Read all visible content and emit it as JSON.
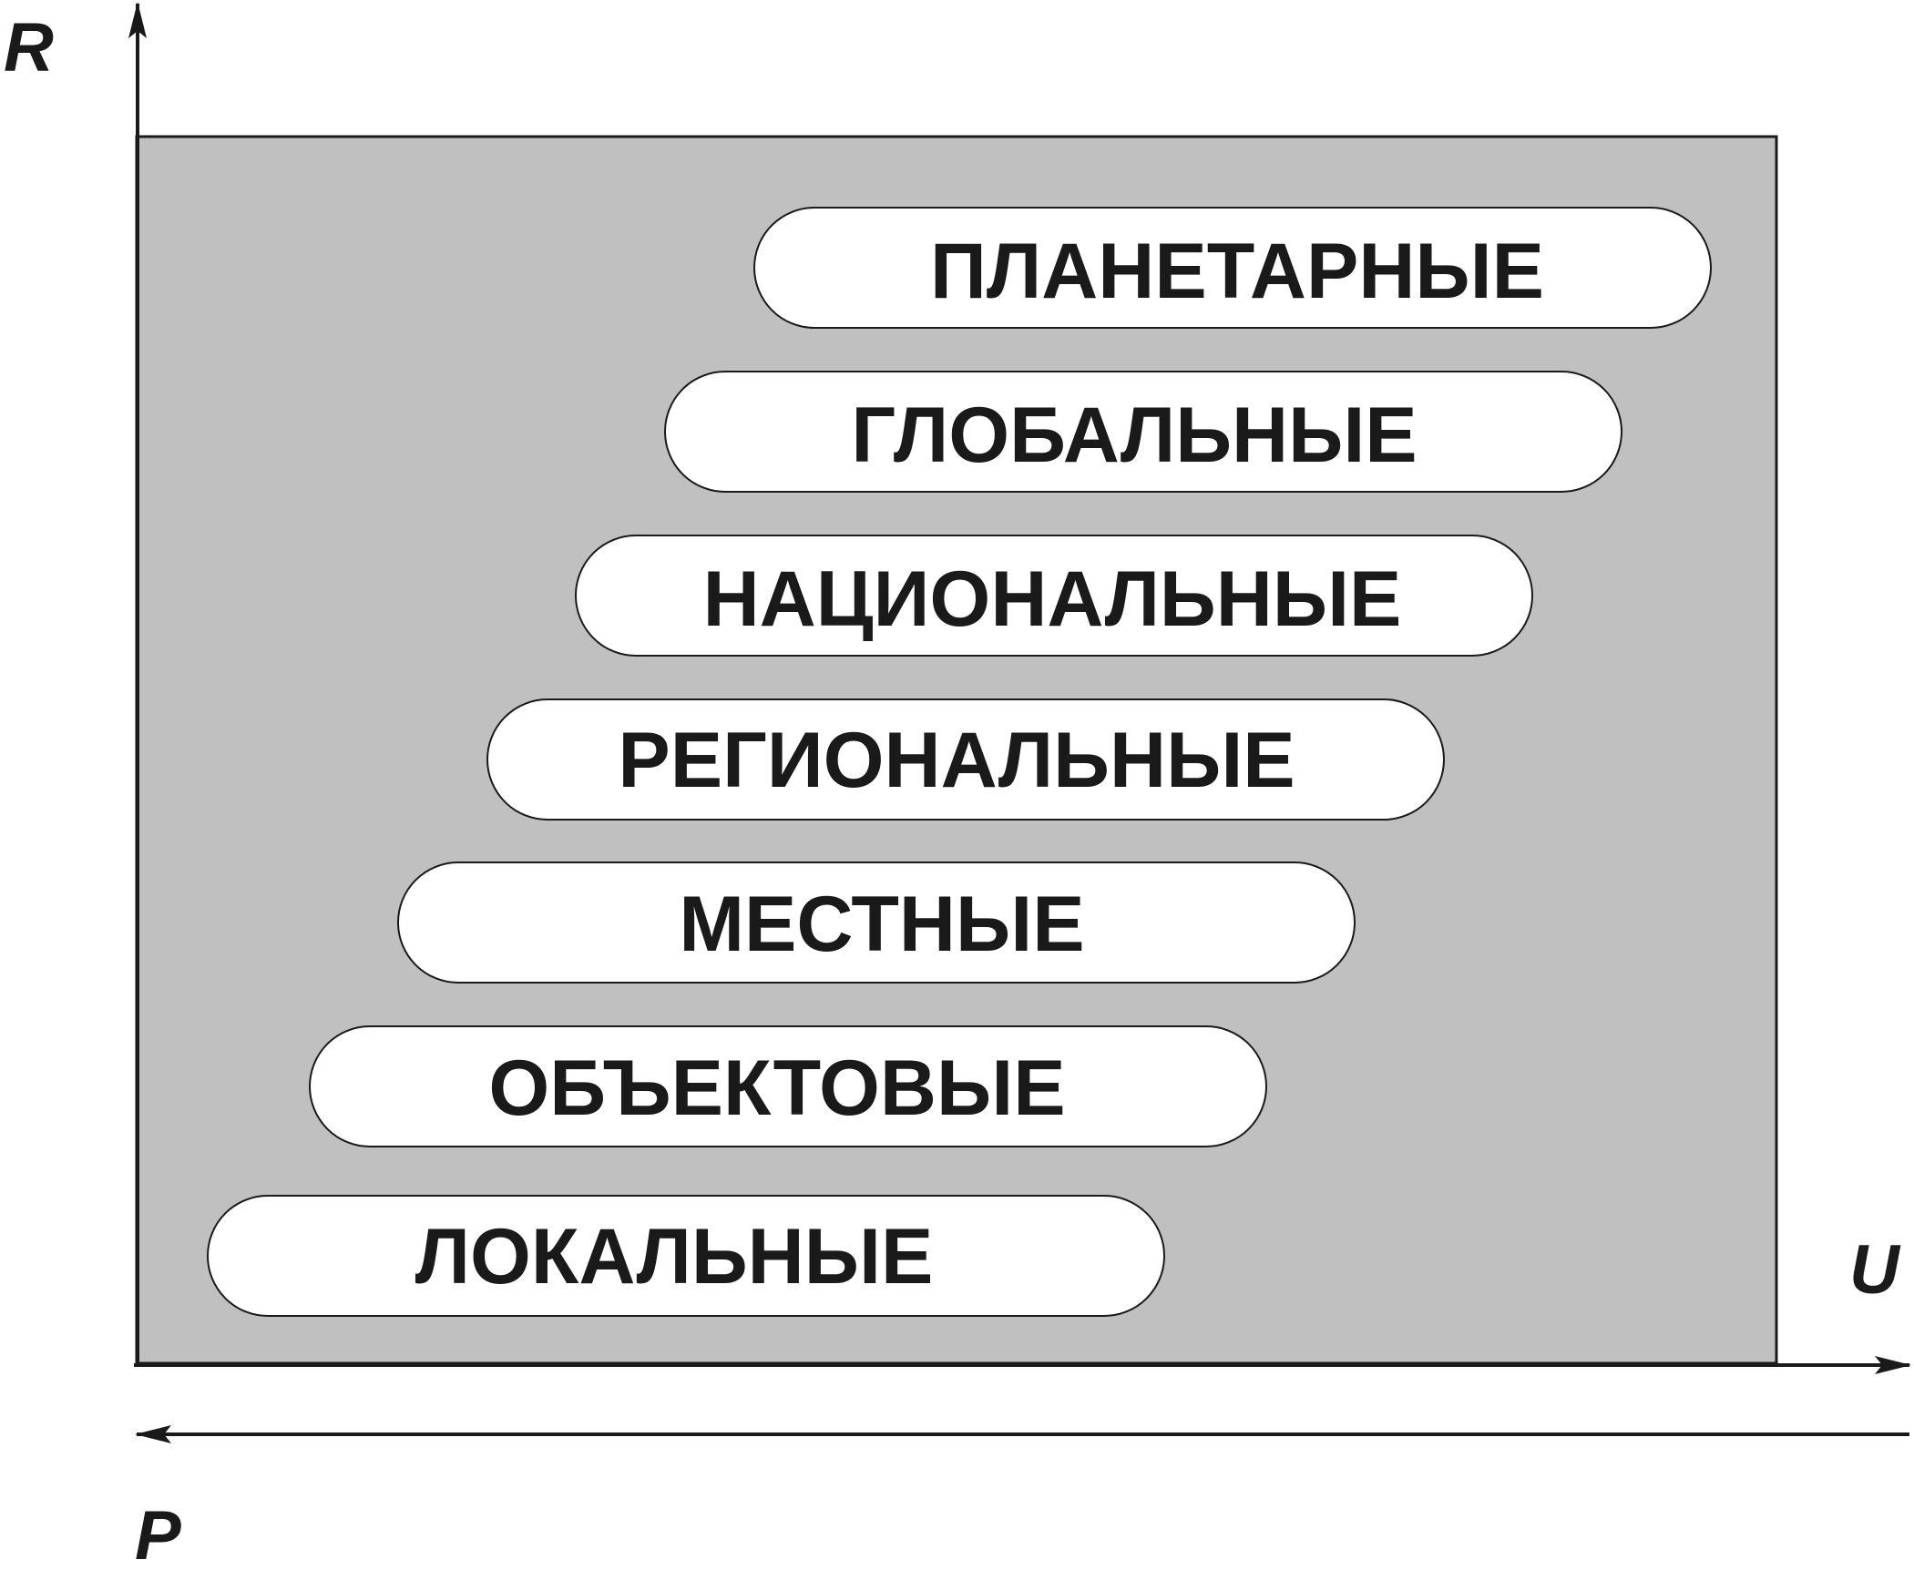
{
  "axes": {
    "vertical_label": "R",
    "horizontal_label": "U",
    "bottom_label": "P"
  },
  "levels": [
    {
      "label": "ПЛАНЕТАРНЫЕ"
    },
    {
      "label": "ГЛОБАЛЬНЫЕ"
    },
    {
      "label": "НАЦИОНАЛЬНЫЕ"
    },
    {
      "label": "РЕГИОНАЛЬНЫЕ"
    },
    {
      "label": "МЕСТНЫЕ"
    },
    {
      "label": "ОБЪЕКТОВЫЕ"
    },
    {
      "label": "ЛОКАЛЬНЫЕ"
    }
  ],
  "colors": {
    "panel_fill": "#c0c0c0",
    "pill_fill": "#ffffff",
    "ink": "#1a1a1a"
  }
}
